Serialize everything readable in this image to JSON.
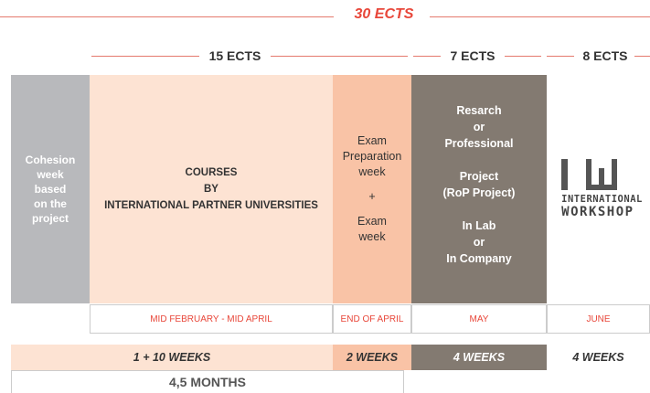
{
  "header": {
    "total": "30 ECTS",
    "col_ects": [
      "15 ECTS",
      "7 ECTS",
      "8 ECTS"
    ]
  },
  "columns": {
    "cohesion": [
      "Cohesion",
      "week",
      "based",
      "on the",
      "project"
    ],
    "courses": [
      "COURSES",
      "BY",
      "INTERNATIONAL PARTNER UNIVERSITIES"
    ],
    "exam": [
      "Exam",
      "Preparation",
      "week",
      "+",
      "Exam",
      "week"
    ],
    "research": [
      "Resarch",
      "or",
      "Professional",
      "",
      "Project",
      "(RoP Project)",
      "",
      "In Lab",
      "or",
      "In Company"
    ],
    "workshop": [
      "INTERNATIONAL",
      "WORKSHOP"
    ]
  },
  "periods": [
    "MID FEBRUARY - MID APRIL",
    "END  OF APRIL",
    "MAY",
    "JUNE"
  ],
  "weeks": [
    "1 + 10 WEEKS",
    "2 WEEKS",
    "4 WEEKS",
    "4 WEEKS"
  ],
  "duration": "4,5 MONTHS",
  "colors": {
    "accent": "#e8473a",
    "peach_light": "#fde3d3",
    "peach_mid": "#f9c3a6",
    "taupe": "#837a71",
    "grey": "#b8b9bc"
  }
}
